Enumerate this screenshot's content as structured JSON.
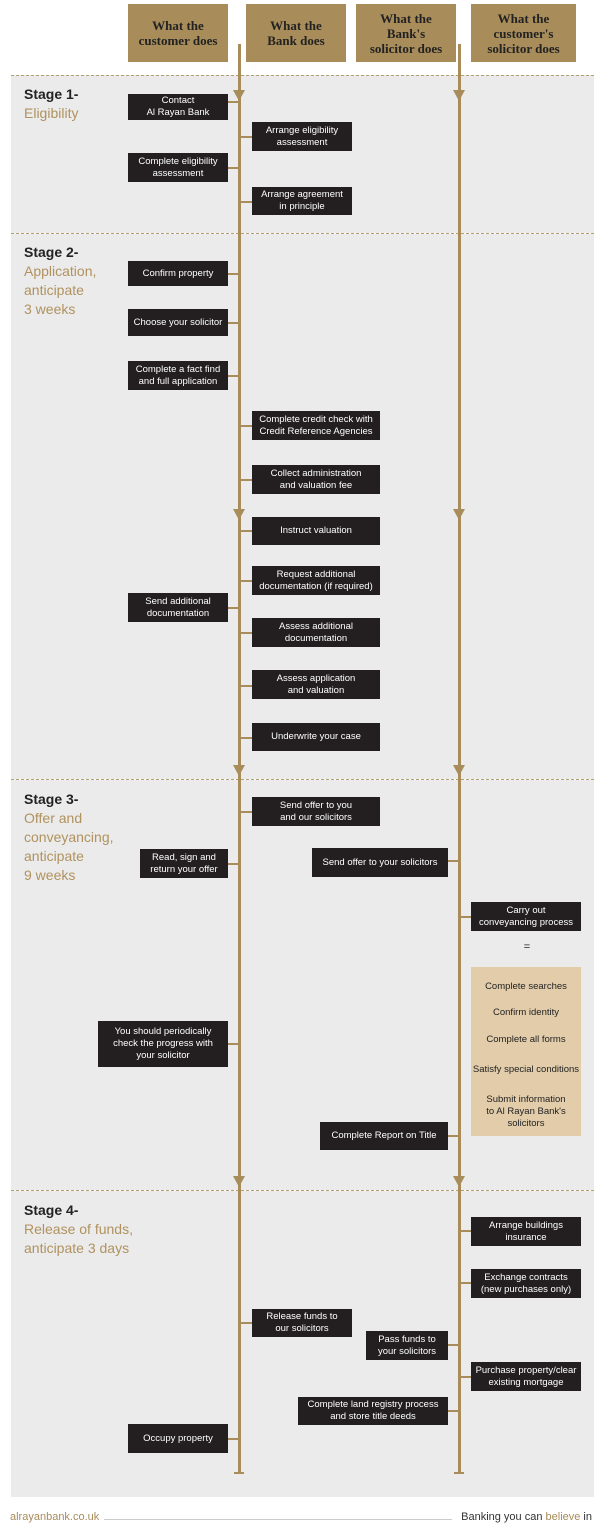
{
  "headers": [
    "What the\ncustomer does",
    "What the\nBank does",
    "What the\nBank's\nsolicitor does",
    "What the\ncustomer's\nsolicitor does"
  ],
  "stages": [
    {
      "num": "Stage 1-",
      "desc": "Eligibility"
    },
    {
      "num": "Stage 2-",
      "desc": "Application,\nanticipate\n3 weeks"
    },
    {
      "num": "Stage 3-",
      "desc": "Offer and\nconveyancing,\nanticipate\n9 weeks"
    },
    {
      "num": "Stage 4-",
      "desc": "Release of funds,\nanticipate 3 days"
    }
  ],
  "steps": [
    "Contact\nAl Rayan Bank",
    "Arrange eligibility\nassessment",
    "Complete eligibility\nassessment",
    "Arrange agreement\nin principle",
    "Confirm property",
    "Choose your solicitor",
    "Complete a fact find\nand full application",
    "Complete credit check with\nCredit Reference Agencies",
    "Collect administration\nand valuation fee",
    "Instruct valuation",
    "Request additional\ndocumentation (if required)",
    "Send additional\ndocumentation",
    "Assess additional\ndocumentation",
    "Assess application\nand valuation",
    "Underwrite your case",
    "Send offer to you\nand our solicitors",
    "Read, sign and\nreturn your offer",
    "Send offer to your solicitors",
    "Carry out\nconveyancing process",
    "You should periodically\ncheck the progress with\nyour solicitor",
    "Complete Report on Title",
    "Arrange buildings\ninsurance",
    "Exchange contracts\n(new purchases only)",
    "Release funds to\nour solicitors",
    "Pass funds to\nyour solicitors",
    "Purchase property/clear\nexisting mortgage",
    "Complete land registry process\nand store title deeds",
    "Occupy property"
  ],
  "conveyancing": {
    "equals": "=",
    "items": [
      "Complete searches",
      "Confirm identity",
      "Complete all forms",
      "Satisfy special conditions",
      "Submit information\nto Al Rayan Bank's\nsolicitors"
    ]
  },
  "footer": {
    "website": "alrayanbank.co.uk",
    "tagline_pre": "Banking you can ",
    "tagline_highlight": "believe",
    "tagline_post": " in"
  },
  "colors": {
    "gold": "#a88c5a",
    "box": "#231f20",
    "stage_bg": "#ebebeb",
    "tan": "#e2ccaa"
  }
}
